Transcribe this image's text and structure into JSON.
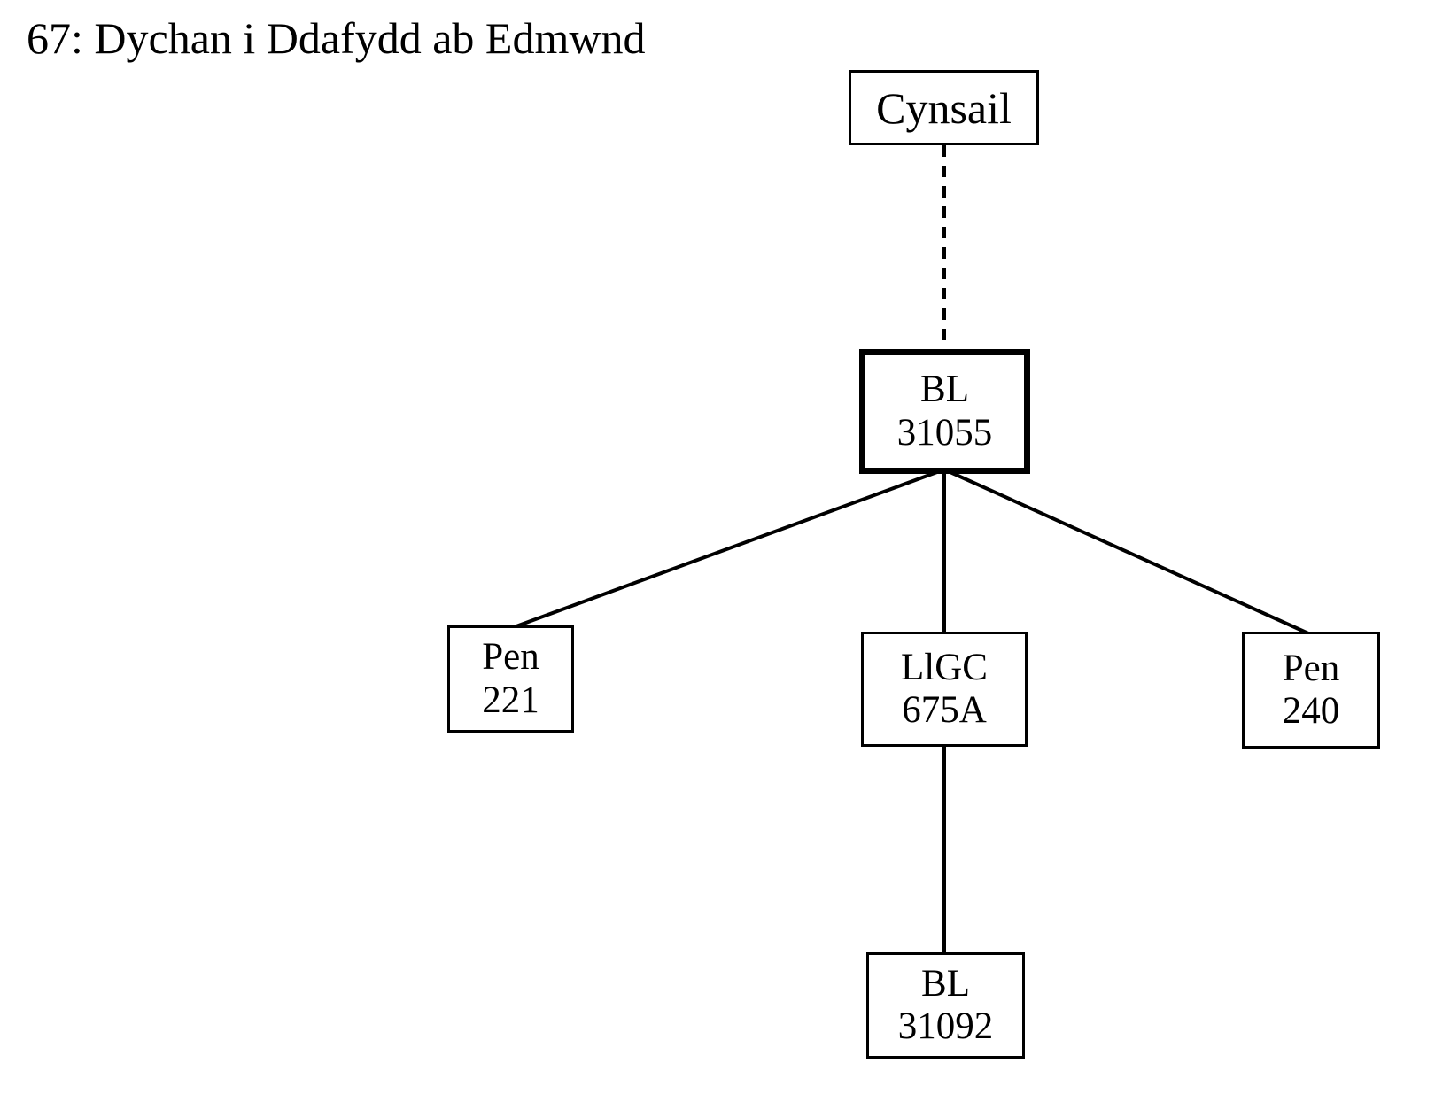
{
  "page": {
    "title": "67: Dychan i Ddafydd ab Edmwnd"
  },
  "diagram": {
    "type": "stemma-tree",
    "nodes": [
      {
        "id": "cynsail",
        "label": "Cynsail",
        "emphasized": false
      },
      {
        "id": "bl-31055",
        "line1": "BL",
        "line2": "31055",
        "emphasized": true
      },
      {
        "id": "pen-221",
        "line1": "Pen",
        "line2": "221",
        "emphasized": false
      },
      {
        "id": "llgc-675a",
        "line1": "LlGC",
        "line2": "675A",
        "emphasized": false
      },
      {
        "id": "pen-240",
        "line1": "Pen",
        "line2": "240",
        "emphasized": false
      },
      {
        "id": "bl-31092",
        "line1": "BL",
        "line2": "31092",
        "emphasized": false
      }
    ],
    "edges": [
      {
        "from": "Cynsail",
        "to": "BL 31055",
        "style": "dashed"
      },
      {
        "from": "BL 31055",
        "to": "Pen 221",
        "style": "solid"
      },
      {
        "from": "BL 31055",
        "to": "LlGC 675A",
        "style": "solid"
      },
      {
        "from": "BL 31055",
        "to": "Pen 240",
        "style": "solid"
      },
      {
        "from": "LlGC 675A",
        "to": "BL 31092",
        "style": "solid"
      }
    ],
    "colors": {
      "background": "#ffffff",
      "line": "#000000",
      "text": "#000000"
    }
  }
}
